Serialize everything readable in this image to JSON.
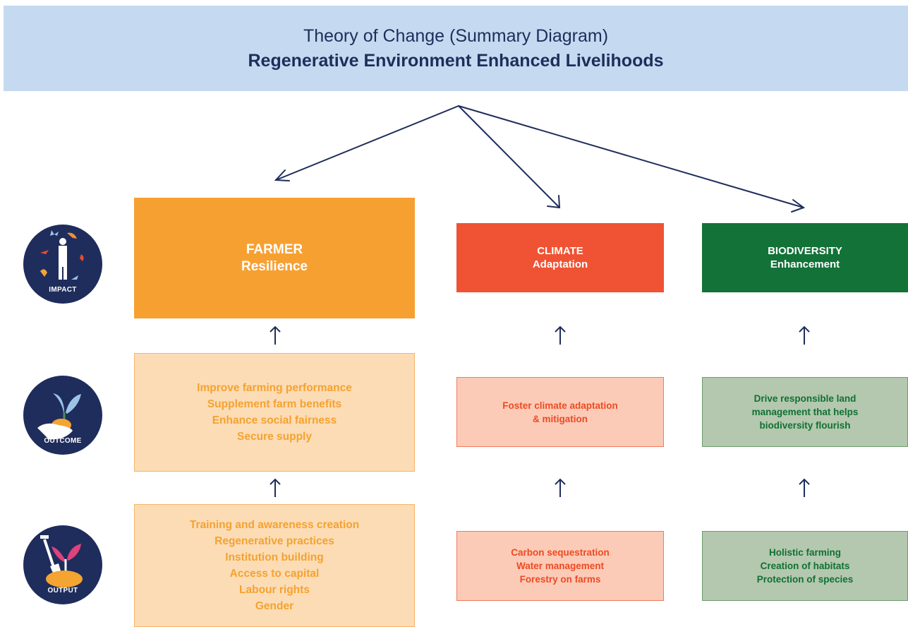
{
  "header": {
    "title": "Theory of Change (Summary Diagram)",
    "subtitle": "Regenerative Environment Enhanced Livelihoods"
  },
  "levels": {
    "impact": "IMPACT",
    "outcome": "OUTCOME",
    "output": "OUTPUT"
  },
  "pillars": {
    "farmer": {
      "impact_line1": "FARMER",
      "impact_line2": "Resilience",
      "outcome": [
        "Improve farming performance",
        "Supplement farm benefits",
        "Enhance social fairness",
        "Secure supply"
      ],
      "output": [
        "Training and awareness creation",
        "Regenerative practices",
        "Institution building",
        "Access to capital",
        "Labour rights",
        "Gender"
      ]
    },
    "climate": {
      "impact_line1": "CLIMATE",
      "impact_line2": "Adaptation",
      "outcome": [
        "Foster climate adaptation",
        "& mitigation"
      ],
      "output": [
        "Carbon sequestration",
        "Water management",
        "Forestry on farms"
      ]
    },
    "biodiversity": {
      "impact_line1": "BIODIVERSITY",
      "impact_line2": "Enhancement",
      "outcome": [
        "Drive responsible land",
        "management that helps",
        "biodiversity flourish"
      ],
      "output": [
        "Holistic farming",
        "Creation of habitats",
        "Protection of species"
      ]
    }
  },
  "colors": {
    "navy": "#1f2d5c",
    "header_bg": "#c5daf0",
    "farmer": "#f7a032",
    "climate": "#ef5333",
    "biodiversity": "#127238"
  },
  "icons": {
    "impact": "person-with-animals-icon",
    "outcome": "hand-holding-plant-icon",
    "output": "shovel-and-sprouts-icon"
  }
}
